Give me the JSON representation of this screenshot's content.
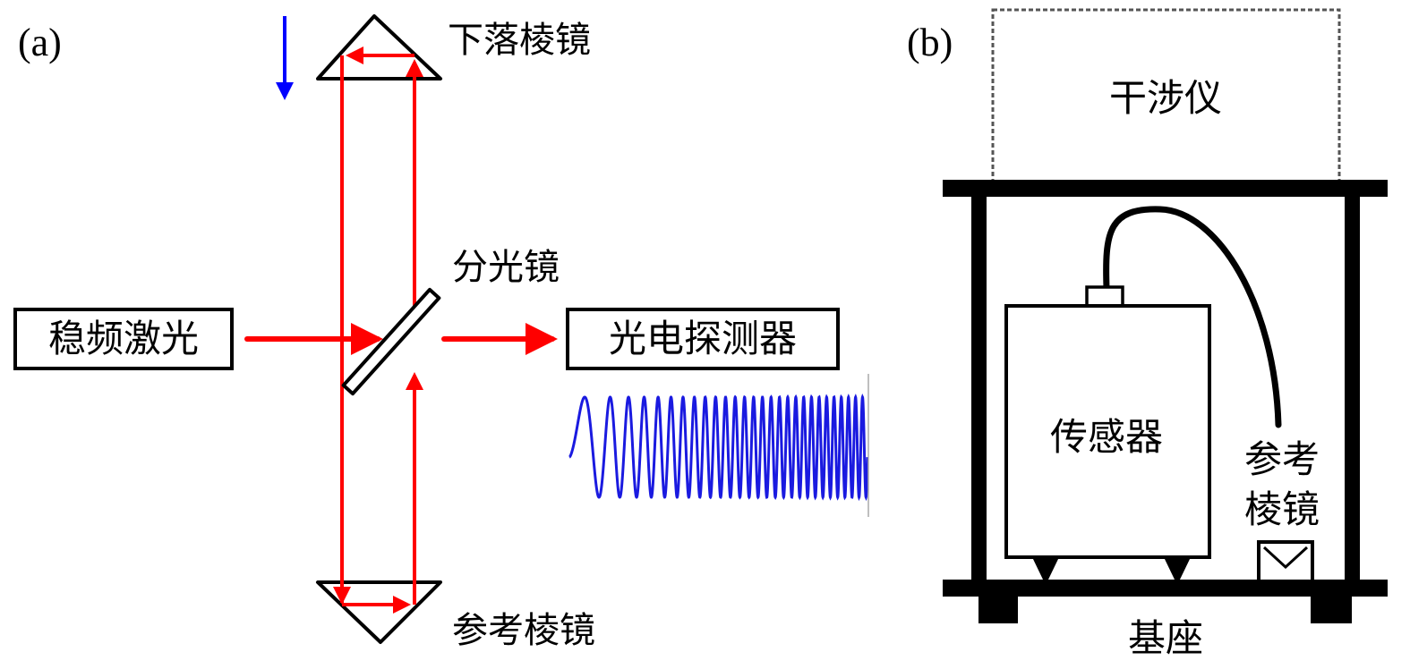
{
  "panels": {
    "a": {
      "label": "(a)",
      "falling_prism": "下落棱镜",
      "beam_splitter": "分光镜",
      "laser": "稳频激光",
      "photodetector": "光电探测器",
      "reference_prism": "参考棱镜",
      "fringe_signal": {
        "description": "chirped interference fringe signal",
        "cycles_visible": 28
      }
    },
    "b": {
      "label": "(b)",
      "interferometer": "干涉仪",
      "sensor": "传感器",
      "reference_prism_line1": "参考",
      "reference_prism_line2": "棱镜",
      "base": "基座"
    }
  },
  "colors": {
    "beam": "#ff0000",
    "drop_arrow": "#0000ff",
    "signal": "#1a1ae0",
    "outline": "#000000",
    "dashed_box": "#555555"
  }
}
